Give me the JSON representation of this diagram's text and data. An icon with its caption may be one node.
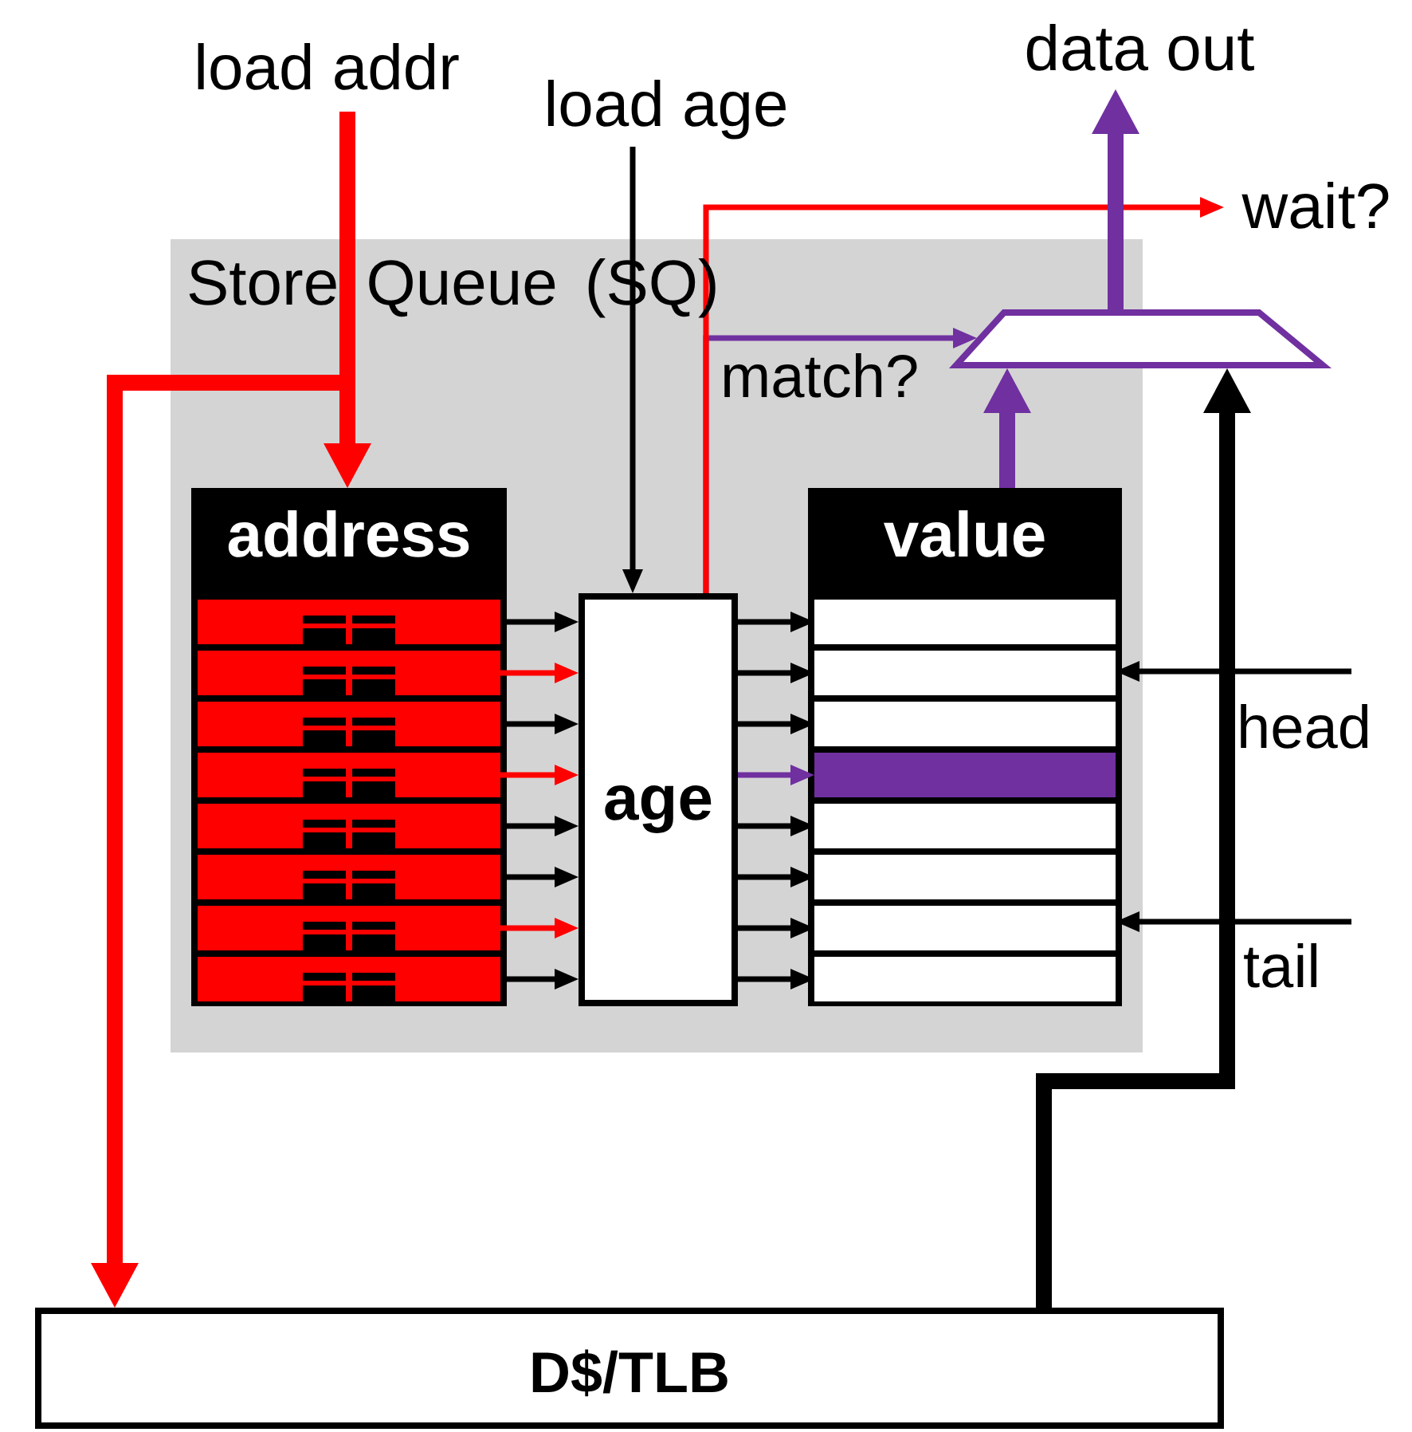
{
  "diagram": {
    "nodes": [
      {
        "text": [
          "load addr"
        ]
      },
      {
        "text": [
          "load age"
        ]
      },
      {
        "text": [
          "data out"
        ]
      },
      {
        "text": [
          "wait?"
        ]
      },
      {
        "text": [
          "Store Queue (SQ)"
        ]
      },
      {
        "text": [
          "address"
        ],
        "in": 4
      },
      {
        "text": [],
        "shape": "box",
        "in": 5
      },
      {
        "text": [],
        "shape": "box",
        "in": 5
      },
      {
        "text": [],
        "shape": "box",
        "in": 5
      },
      {
        "text": [],
        "shape": "box",
        "in": 5
      },
      {
        "text": [],
        "shape": "box",
        "in": 5
      },
      {
        "text": [],
        "shape": "box",
        "in": 5
      },
      {
        "text": [],
        "shape": "box",
        "in": 5
      },
      {
        "text": [],
        "shape": "box",
        "in": 5
      },
      {
        "text": [
          "age"
        ],
        "in": 4
      },
      {
        "text": [
          "value"
        ],
        "in": 4
      },
      {
        "text": [],
        "shape": "box",
        "in": 15
      },
      {
        "text": [],
        "shape": "box",
        "in": 15
      },
      {
        "text": [],
        "shape": "box",
        "in": 15
      },
      {
        "text": [],
        "shape": "box",
        "in": 15
      },
      {
        "text": [],
        "shape": "box",
        "in": 15
      },
      {
        "text": [],
        "shape": "box",
        "in": 15
      },
      {
        "text": [],
        "shape": "box",
        "in": 15
      },
      {
        "text": [],
        "shape": "box",
        "in": 15
      },
      {
        "text": [],
        "shape": "trapezoid"
      },
      {
        "text": [
          "D$/TLB"
        ]
      }
    ],
    "edges": [
      {
        "from": 0,
        "to": 5,
        "arrow": "to",
        "style": "thick",
        "color": "#ff0000"
      },
      {
        "from": 0,
        "to": 25,
        "arrow": "to",
        "style": "thick",
        "color": "#ff0000"
      },
      {
        "from": 1,
        "to": 14,
        "arrow": "to"
      },
      {
        "from": 14,
        "to": 24,
        "arrow": "to",
        "label": "match?",
        "color": "#7030a0"
      },
      {
        "from": 14,
        "to": 3,
        "arrow": "to",
        "color": "#ff0000"
      },
      {
        "from": 6,
        "to": 14,
        "arrow": "to"
      },
      {
        "from": 7,
        "to": 14,
        "arrow": "to",
        "color": "#ff0000"
      },
      {
        "from": 8,
        "to": 14,
        "arrow": "to"
      },
      {
        "from": 9,
        "to": 14,
        "arrow": "to",
        "color": "#ff0000"
      },
      {
        "from": 10,
        "to": 14,
        "arrow": "to"
      },
      {
        "from": 11,
        "to": 14,
        "arrow": "to"
      },
      {
        "from": 12,
        "to": 14,
        "arrow": "to",
        "color": "#ff0000"
      },
      {
        "from": 13,
        "to": 14,
        "arrow": "to"
      },
      {
        "from": 14,
        "to": 16,
        "arrow": "to"
      },
      {
        "from": 14,
        "to": 17,
        "arrow": "to"
      },
      {
        "from": 14,
        "to": 18,
        "arrow": "to"
      },
      {
        "from": 14,
        "to": 19,
        "arrow": "to",
        "color": "#7030a0"
      },
      {
        "from": 14,
        "to": 20,
        "arrow": "to"
      },
      {
        "from": 14,
        "to": 21,
        "arrow": "to"
      },
      {
        "from": 14,
        "to": 22,
        "arrow": "to"
      },
      {
        "from": 14,
        "to": 23,
        "arrow": "to"
      },
      {
        "from": 15,
        "to": 24,
        "arrow": "to",
        "style": "thick",
        "color": "#7030a0"
      },
      {
        "from": 24,
        "to": 2,
        "arrow": "to",
        "style": "thick",
        "color": "#7030a0"
      },
      {
        "from": 25,
        "to": 24,
        "arrow": "to",
        "style": "thick"
      },
      {
        "from": null,
        "to": 17,
        "arrow": "to",
        "label": "head"
      },
      {
        "from": null,
        "to": 22,
        "arrow": "to",
        "label": "tail"
      }
    ]
  }
}
